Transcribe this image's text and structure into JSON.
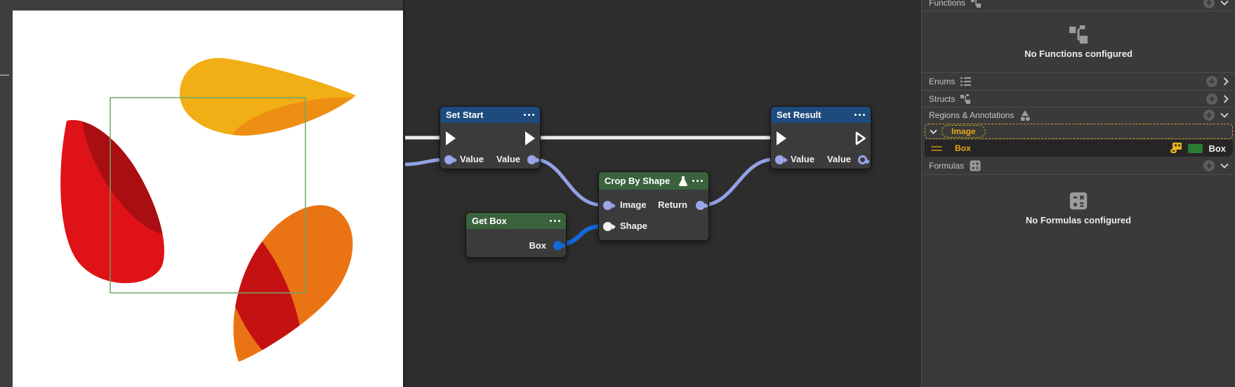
{
  "image_panel": {
    "annotation_box_color": "#6fa567",
    "shape_colors": {
      "amber": "#f2ae15",
      "amber_shade": "#ee8f14",
      "red": "#df1218",
      "red_shade": "#a90e12",
      "orange": "#ea7414",
      "orange_shade": "#c41212"
    }
  },
  "graph": {
    "nodes": {
      "set_start": {
        "title": "Set Start",
        "header_color": "#1e4b7d",
        "pins": {
          "value_in": "Value",
          "value_out": "Value"
        }
      },
      "get_box": {
        "title": "Get Box",
        "header_color": "#3a623d",
        "pins": {
          "box_out": "Box"
        }
      },
      "crop_by_shape": {
        "title": "Crop By Shape",
        "header_color": "#3a623d",
        "pins": {
          "image_in": "Image",
          "return_out": "Return",
          "shape_in": "Shape"
        }
      },
      "set_result": {
        "title": "Set Result",
        "header_color": "#1e4b7d",
        "pins": {
          "value_in": "Value",
          "value_out": "Value"
        }
      }
    },
    "wire_colors": {
      "exec": "#ededed",
      "value": "#93a1e6",
      "box": "#1468d9"
    }
  },
  "panel": {
    "functions": {
      "label": "Functions",
      "icon": "hierarchy-icon",
      "empty_text": "No Functions configured"
    },
    "enums": {
      "label": "Enums",
      "icon": "numbered-list-icon"
    },
    "structs": {
      "label": "Structs",
      "icon": "hierarchy-icon"
    },
    "regions": {
      "label": "Regions & Annotations",
      "icon": "shapes-icon",
      "items": {
        "image": {
          "label": "Image",
          "color": "#e6a817"
        },
        "box": {
          "label": "Box",
          "icon": "linked-region-icon",
          "badge": {
            "label": "Box",
            "color": "#2a7e33"
          }
        }
      }
    },
    "formulas": {
      "label": "Formulas",
      "icon": "calculator-icon",
      "empty_text": "No Formulas configured"
    }
  }
}
